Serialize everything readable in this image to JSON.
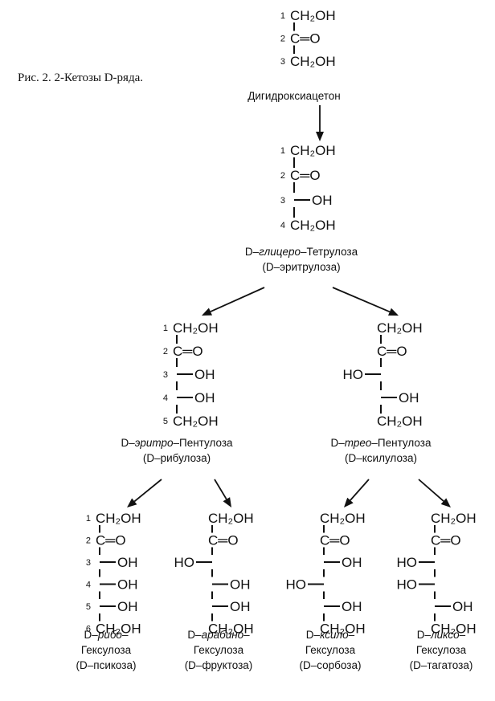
{
  "figure_caption": "Рис. 2. 2-Кетозы D-ряда.",
  "labels": {
    "ch2oh": "CH₂OH",
    "co": "C═O",
    "oh": "OH",
    "ho": "HO"
  },
  "compounds": [
    {
      "id": "dihydroxyacetone",
      "caption_lines": [
        [
          {
            "t": "Дигидроксиацетон"
          }
        ]
      ],
      "numbered": true,
      "chain": [
        "ch2oh",
        "co",
        "ch2oh"
      ]
    },
    {
      "id": "erythrulose",
      "caption_lines": [
        [
          {
            "t": "D–"
          },
          {
            "t": "глицеро",
            "i": true
          },
          {
            "t": "–Тетрулоза"
          }
        ],
        [
          {
            "t": "(D–эритрулоза)"
          }
        ]
      ],
      "numbered": true,
      "chain": [
        "ch2oh",
        "co",
        "R",
        "ch2oh"
      ]
    },
    {
      "id": "ribulose",
      "caption_lines": [
        [
          {
            "t": "D–"
          },
          {
            "t": "эритро",
            "i": true
          },
          {
            "t": "–Пентулоза"
          }
        ],
        [
          {
            "t": "(D–рибулоза)"
          }
        ]
      ],
      "numbered": true,
      "chain": [
        "ch2oh",
        "co",
        "R",
        "R",
        "ch2oh"
      ]
    },
    {
      "id": "xylulose",
      "caption_lines": [
        [
          {
            "t": "D–"
          },
          {
            "t": "трео",
            "i": true
          },
          {
            "t": "–Пентулоза"
          }
        ],
        [
          {
            "t": "(D–ксилулоза)"
          }
        ]
      ],
      "numbered": false,
      "chain": [
        "ch2oh",
        "co",
        "L",
        "R",
        "ch2oh"
      ]
    },
    {
      "id": "psicose",
      "caption_lines": [
        [
          {
            "t": "D–"
          },
          {
            "t": "рибо",
            "i": true
          },
          {
            "t": "–"
          }
        ],
        [
          {
            "t": "Гексулоза"
          }
        ],
        [
          {
            "t": "(D–псикоза)"
          }
        ]
      ],
      "numbered": true,
      "chain": [
        "ch2oh",
        "co",
        "R",
        "R",
        "R",
        "ch2oh"
      ]
    },
    {
      "id": "fructose",
      "caption_lines": [
        [
          {
            "t": "D–"
          },
          {
            "t": "арабино",
            "i": true
          },
          {
            "t": "–"
          }
        ],
        [
          {
            "t": "Гексулоза"
          }
        ],
        [
          {
            "t": "(D–фруктоза)"
          }
        ]
      ],
      "numbered": false,
      "chain": [
        "ch2oh",
        "co",
        "L",
        "R",
        "R",
        "ch2oh"
      ]
    },
    {
      "id": "sorbose",
      "caption_lines": [
        [
          {
            "t": "D–"
          },
          {
            "t": "ксило",
            "i": true
          },
          {
            "t": "–"
          }
        ],
        [
          {
            "t": "Гексулоза"
          }
        ],
        [
          {
            "t": "(D–сорбоза)"
          }
        ]
      ],
      "numbered": false,
      "chain": [
        "ch2oh",
        "co",
        "R",
        "L",
        "R",
        "ch2oh"
      ]
    },
    {
      "id": "tagatose",
      "caption_lines": [
        [
          {
            "t": "D–"
          },
          {
            "t": "ликсо",
            "i": true
          },
          {
            "t": "–"
          }
        ],
        [
          {
            "t": "Гексулоза"
          }
        ],
        [
          {
            "t": "(D–тагатоза)"
          }
        ]
      ],
      "numbered": false,
      "chain": [
        "ch2oh",
        "co",
        "L",
        "L",
        "R",
        "ch2oh"
      ]
    }
  ],
  "arrows": [
    {
      "from": "dihydroxyacetone",
      "to": "erythrulose"
    },
    {
      "from": "erythrulose",
      "to": "ribulose"
    },
    {
      "from": "erythrulose",
      "to": "xylulose"
    },
    {
      "from": "ribulose",
      "to": "psicose"
    },
    {
      "from": "ribulose",
      "to": "fructose"
    },
    {
      "from": "xylulose",
      "to": "sorbose"
    },
    {
      "from": "xylulose",
      "to": "tagatose"
    }
  ]
}
